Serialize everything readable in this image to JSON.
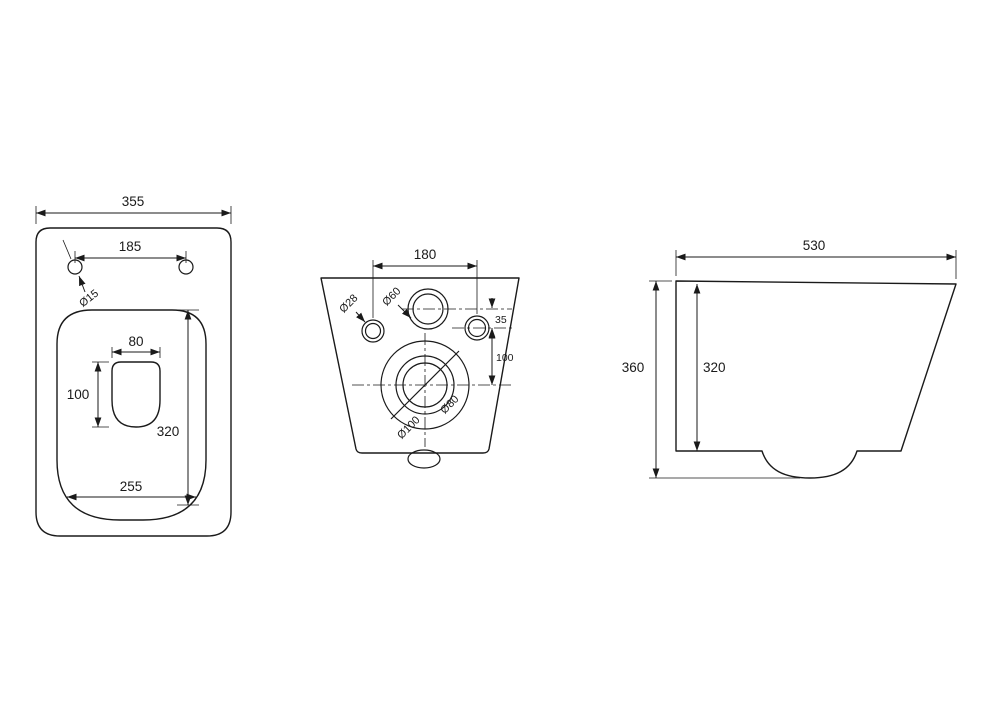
{
  "drawing": {
    "colors": {
      "line": "#1a1a1a",
      "background": "#ffffff"
    },
    "views": {
      "top": {
        "overall_width": "355",
        "hole_spacing": "185",
        "hole_diameter": "Ø15",
        "waterspot_width": "80",
        "waterspot_depth": "100",
        "bowl_length": "320",
        "bowl_width": "255"
      },
      "rear": {
        "fixing_hole_spacing": "180",
        "small_hole_diameter": "Ø28",
        "large_hole_diameter": "Ø60",
        "hole_vertical_offset": "35",
        "outlet_vertical_offset": "100",
        "outlet_inner_diameter": "Ø80",
        "outlet_outer_diameter": "Ø100"
      },
      "side": {
        "overall_depth": "530",
        "overall_height": "360",
        "body_height": "320"
      }
    }
  }
}
